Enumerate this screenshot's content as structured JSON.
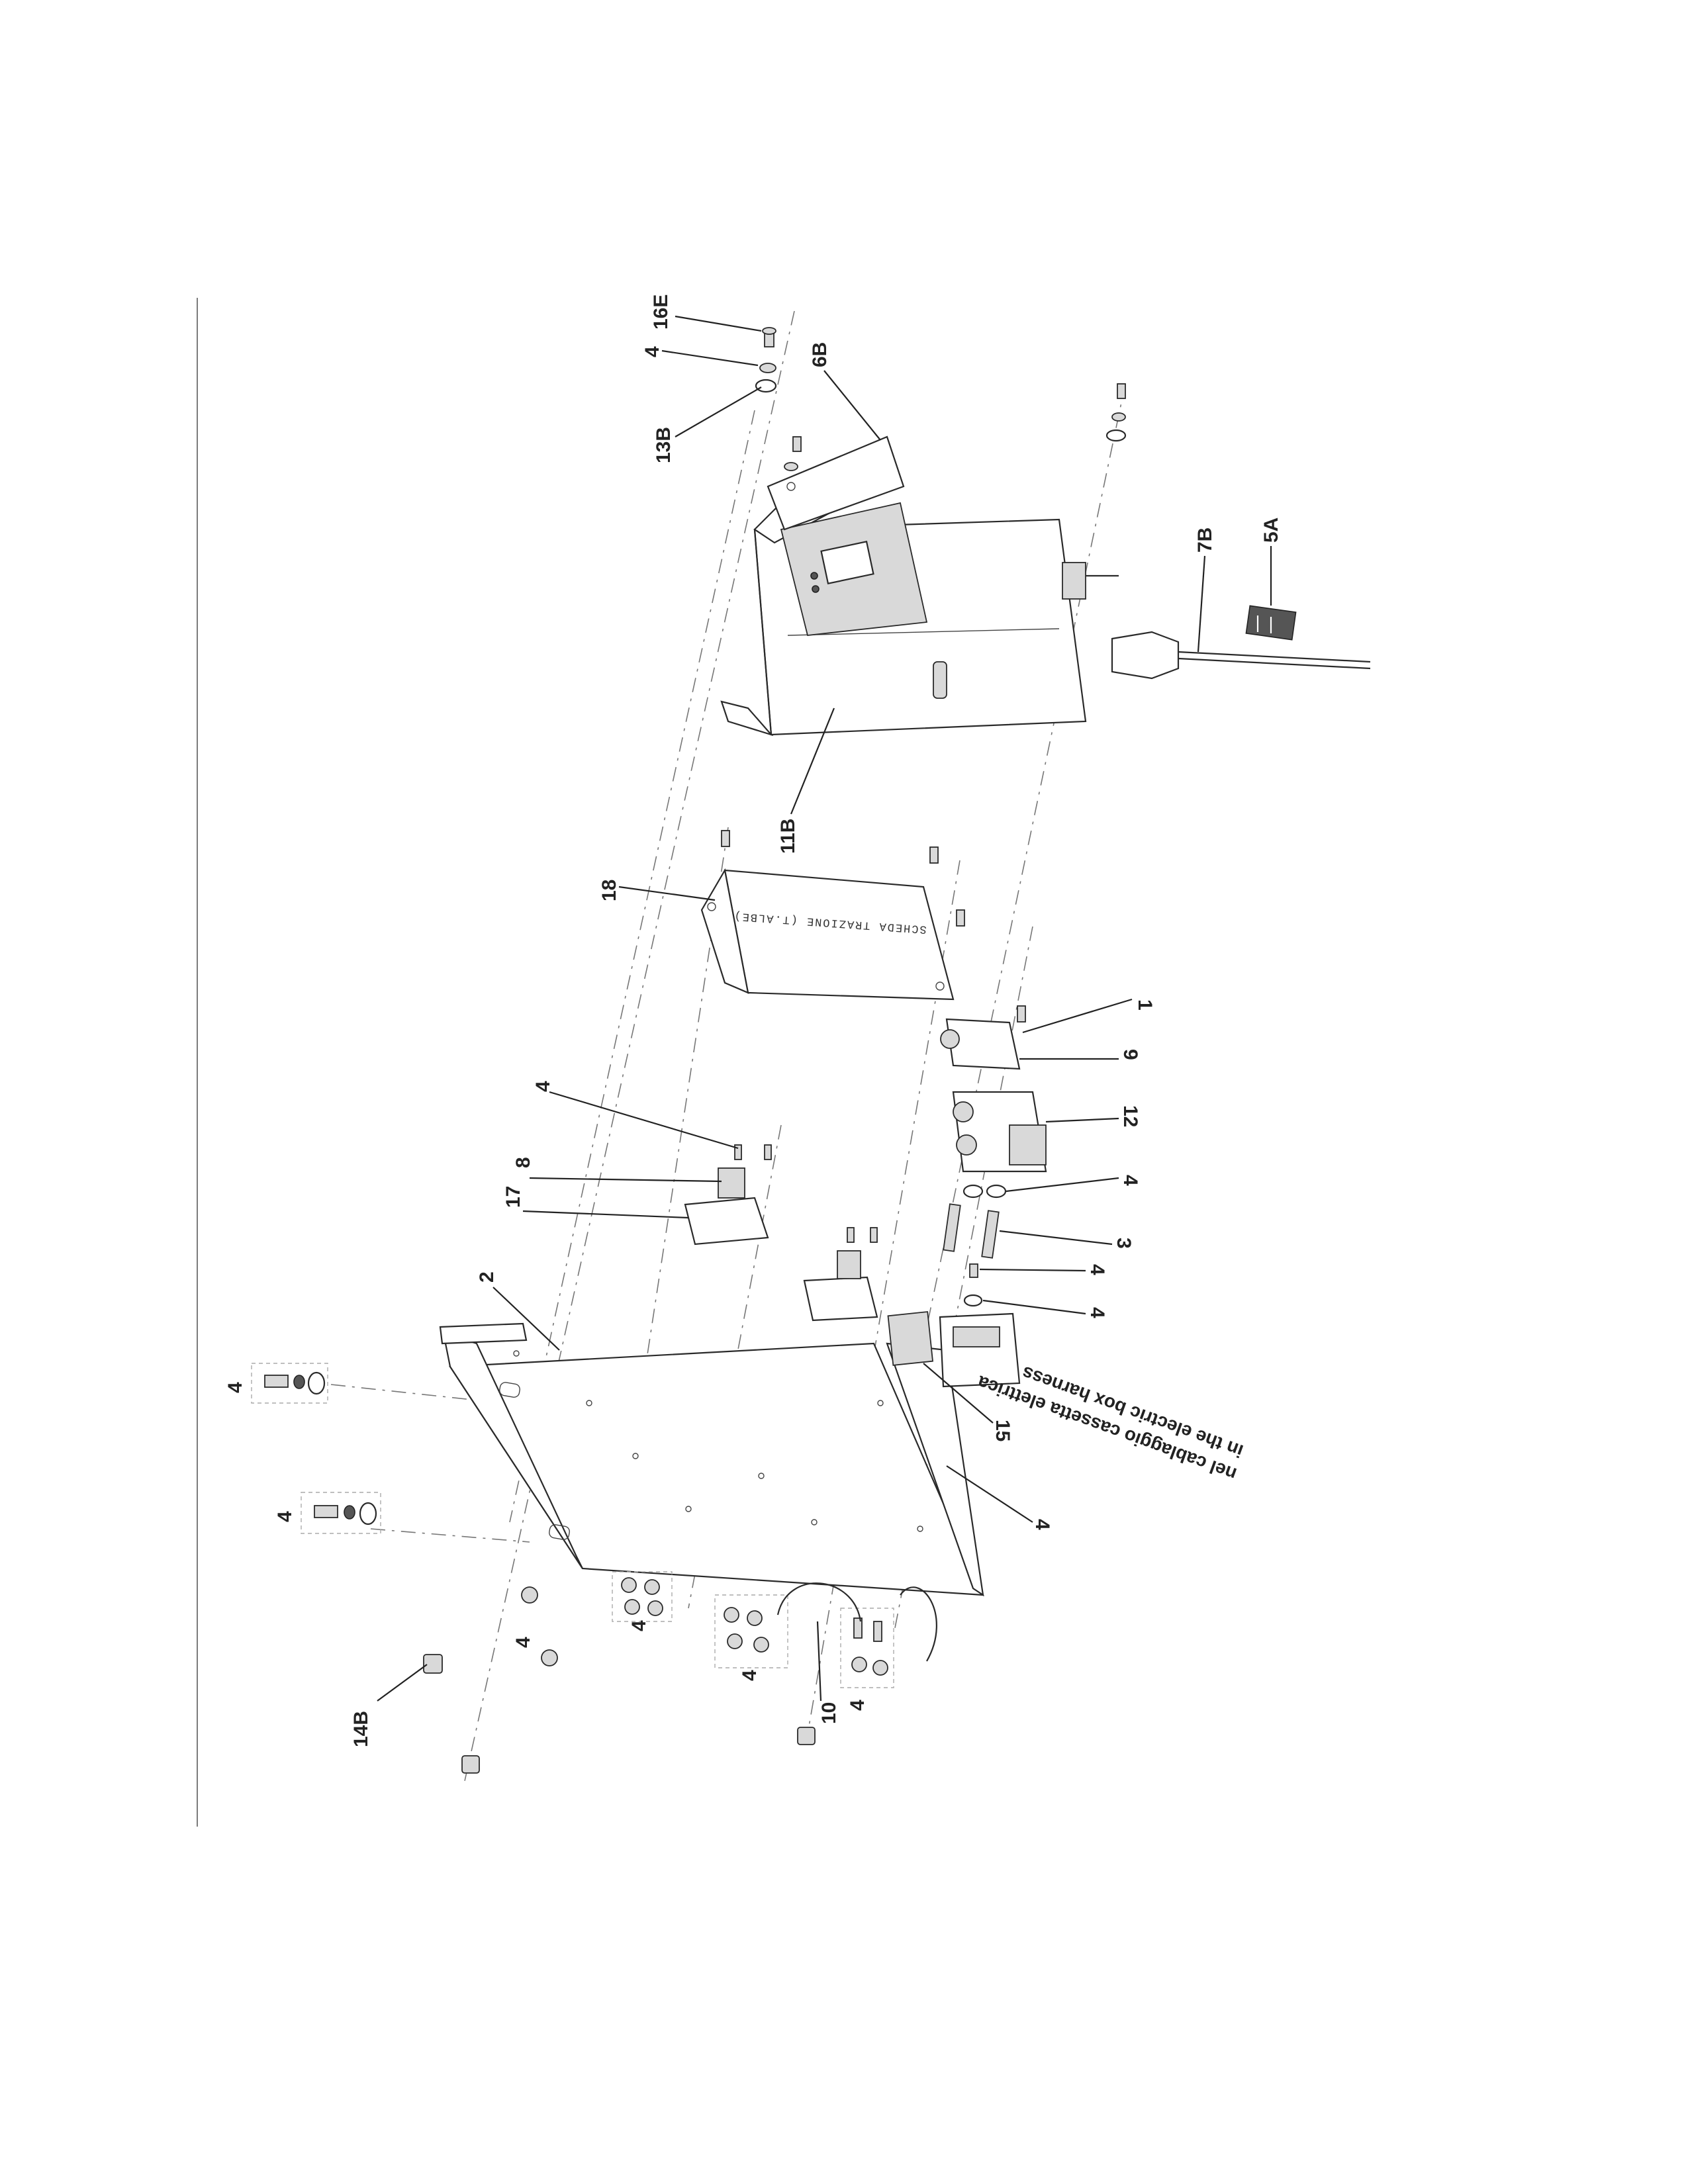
{
  "callouts": {
    "c16E": "16E",
    "c4_top": "4",
    "c13B": "13B",
    "c6B": "6B",
    "c7B": "7B",
    "c5A": "5A",
    "c11B": "11B",
    "c18": "18",
    "c1": "1",
    "c9": "9",
    "c12": "12",
    "c4_spacer_washer": "4",
    "c3": "3",
    "c4_screw_a": "4",
    "c4_screw_b": "4",
    "c15": "15",
    "c4_plate": "4",
    "c4_bracket_bolt_1": "4",
    "c4_bracket_bolt_2": "4",
    "c2": "2",
    "c17": "17",
    "c8": "8",
    "c4_terminal": "4",
    "c4_nuts_a": "4",
    "c4_nuts_b": "4",
    "c4_nuts_c": "4",
    "c4_nut_left": "4",
    "c10": "10",
    "c14B": "14B"
  },
  "notes": {
    "harness_it": "nel cablaggio cassetta elettrica",
    "harness_en": "in the electric box harness"
  },
  "printed_labels": {
    "card_label": "SCHEDA TRAZIONE (T.ALBE)"
  }
}
